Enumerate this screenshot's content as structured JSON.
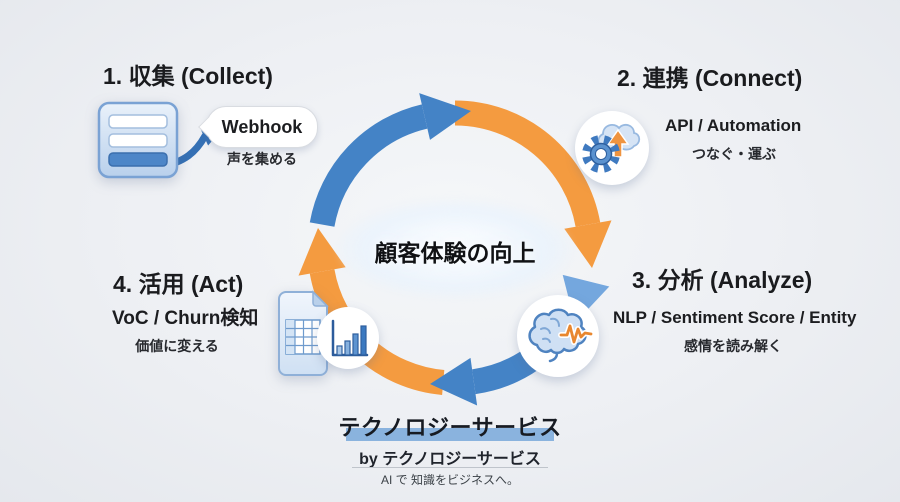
{
  "center": {
    "label": "顧客体験の向上"
  },
  "steps": {
    "collect": {
      "heading": "1. 収集 (Collect)",
      "bubble": "Webhook",
      "caption": "声を集める"
    },
    "connect": {
      "heading": "2. 連携 (Connect)",
      "line1": "API / Automation",
      "caption": "つなぐ・運ぶ"
    },
    "analyze": {
      "heading": "3. 分析 (Analyze)",
      "line1": "NLP / Sentiment Score / Entity",
      "caption": "感情を読み解く"
    },
    "act": {
      "heading": "4. 活用 (Act)",
      "line1": "VoC / Churn検知",
      "caption": "価値に変える"
    }
  },
  "footer": {
    "brand": "テクノロジーサービス",
    "byline": "by テクノロジーサービス",
    "tagline": "AI で 知識をビジネスへ。"
  },
  "colors": {
    "arrow_blue": "#4483c6",
    "arrow_orange": "#f49b40",
    "arrow_light_blue": "#74a7de",
    "highlight_band": "#8ab3de",
    "badge_bg": "#ffffff",
    "heading_text": "#1a1b1e"
  },
  "icons": {
    "collect": "form-icon",
    "collect_arrow": "curved-arrow-icon",
    "collect_bubble": "speech-bubble",
    "connect": "gear-cloud-icon",
    "analyze": "brain-waveform-icon",
    "act_document": "spreadsheet-icon",
    "act_chart": "bar-chart-icon",
    "ring": "cycle-arrows-icon"
  }
}
